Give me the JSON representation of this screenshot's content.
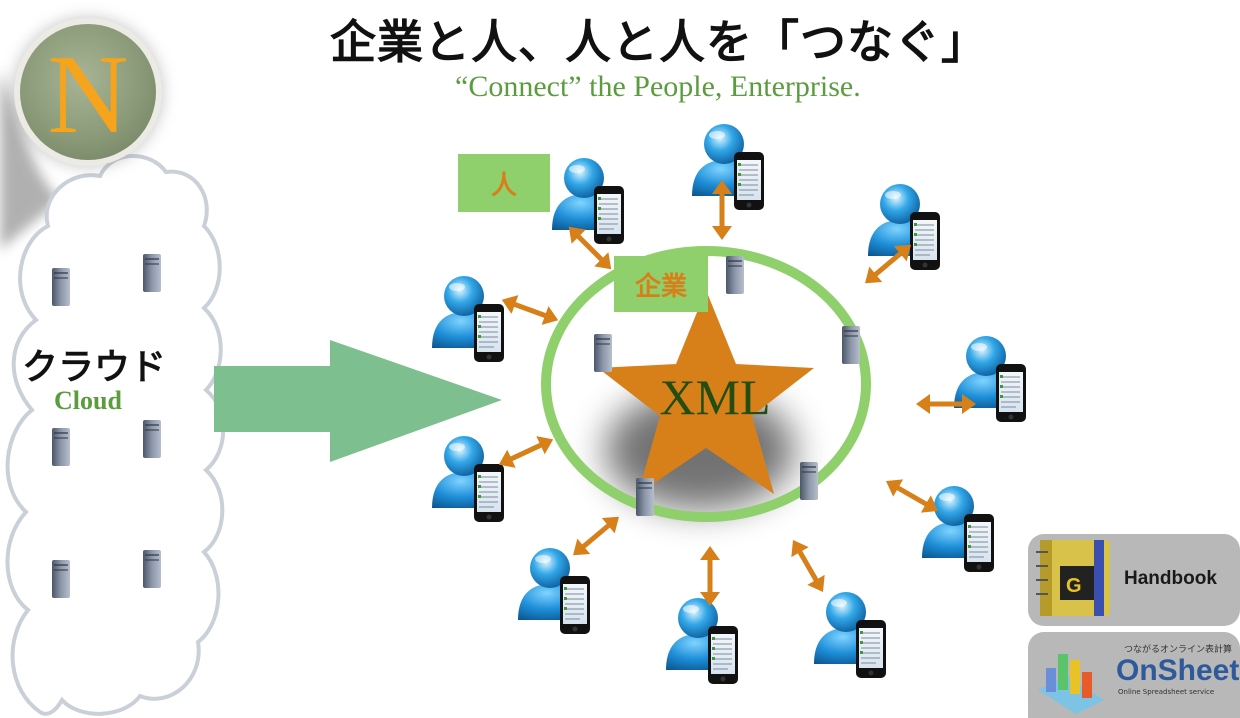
{
  "header": {
    "title": "企業と人、人と人を「つなぐ」",
    "subtitle": "“Connect” the People, Enterprise."
  },
  "logo": {
    "letter": "N",
    "icon": "n-logo-icon"
  },
  "cloud": {
    "label_ja": "クラウド",
    "label_en": "Cloud",
    "icon": "server-icon"
  },
  "hub": {
    "person_tag": "人",
    "company_tag": "企業",
    "core_label": "XML"
  },
  "icons": {
    "person": "user-with-smartphone-icon",
    "arrow": "double-arrow-icon",
    "server": "server-icon"
  },
  "apps": [
    {
      "name": "Handbook",
      "icon": "handbook-app-icon"
    },
    {
      "name": "OnSheet",
      "tagline": "つながるオンライン表計算",
      "caption": "Online Spreadsheet service",
      "icon": "onsheet-app-icon"
    }
  ],
  "colors": {
    "accent_orange": "#d7801a",
    "ring_green": "#8fcf6c",
    "arrow_green": "#7dbf8e",
    "text_green": "#5b9c3f",
    "logo_orange": "#f5a41c"
  }
}
